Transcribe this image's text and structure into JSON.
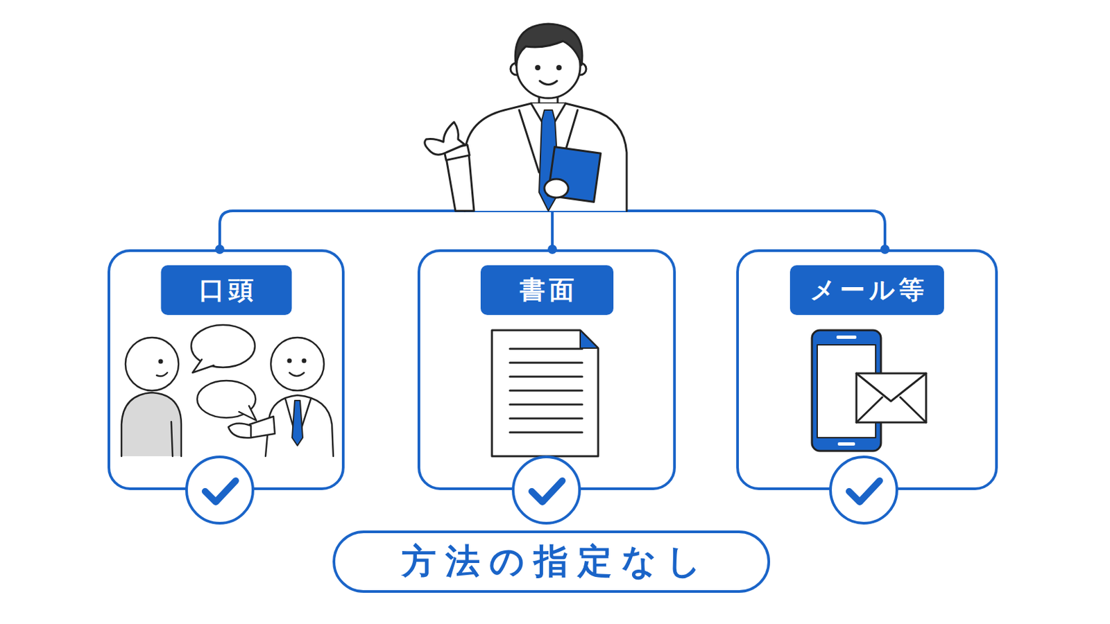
{
  "diagram": {
    "nodes": [
      {
        "text": [
          "口頭"
        ]
      },
      {
        "text": [
          "書面"
        ]
      },
      {
        "text": [
          "メール等"
        ]
      },
      {
        "text": [
          "方法の指定なし"
        ]
      }
    ]
  }
}
